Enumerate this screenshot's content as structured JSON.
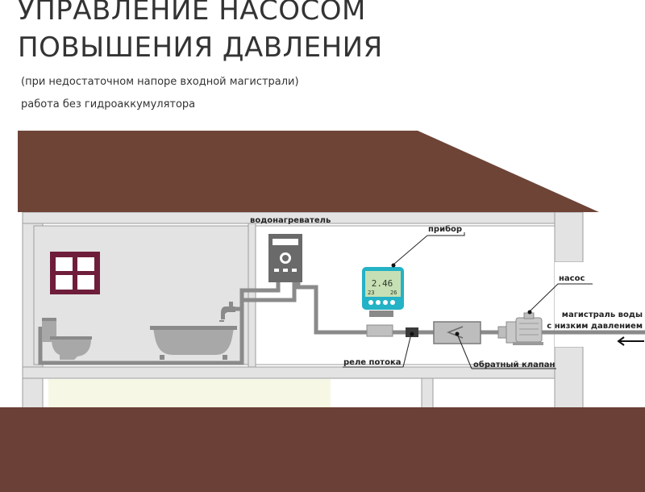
{
  "header": {
    "title_line1": "УПРАВЛЕНИЕ НАСОСОМ",
    "title_line2": "ПОВЫШЕНИЯ ДАВЛЕНИЯ",
    "subtitle_line1": "(при недостаточном напоре входной магистрали)",
    "subtitle_line2": "работа без гидроаккумулятора"
  },
  "labels": {
    "water_heater": "водонагреватель",
    "device": "прибор",
    "pump": "насос",
    "inlet_line1": "магистраль воды",
    "inlet_line2": "с низким давлением",
    "flow_relay": "реле потока",
    "check_valve": "обратный клапан"
  },
  "device_display": {
    "reading": "2.46",
    "lower_left": "23",
    "lower_right": "26"
  },
  "colors": {
    "roof": "#6e4437",
    "ground": "#6b4036",
    "walls": "#e3e3e3",
    "wall_outline": "#9c9c9c",
    "pipe": "#8a8a8a",
    "window": "#6e1e3a",
    "device_body": "#24b2c6",
    "device_screen": "#c7dfb4",
    "basement_light": "#f6f7e5",
    "text": "#333333"
  },
  "icons": [
    "window-icon",
    "toilet-icon",
    "bathtub-icon",
    "faucet-icon",
    "water-heater-icon",
    "controller-device-icon",
    "flow-relay-icon",
    "check-valve-icon",
    "pump-icon",
    "flow-direction-arrow-icon"
  ]
}
